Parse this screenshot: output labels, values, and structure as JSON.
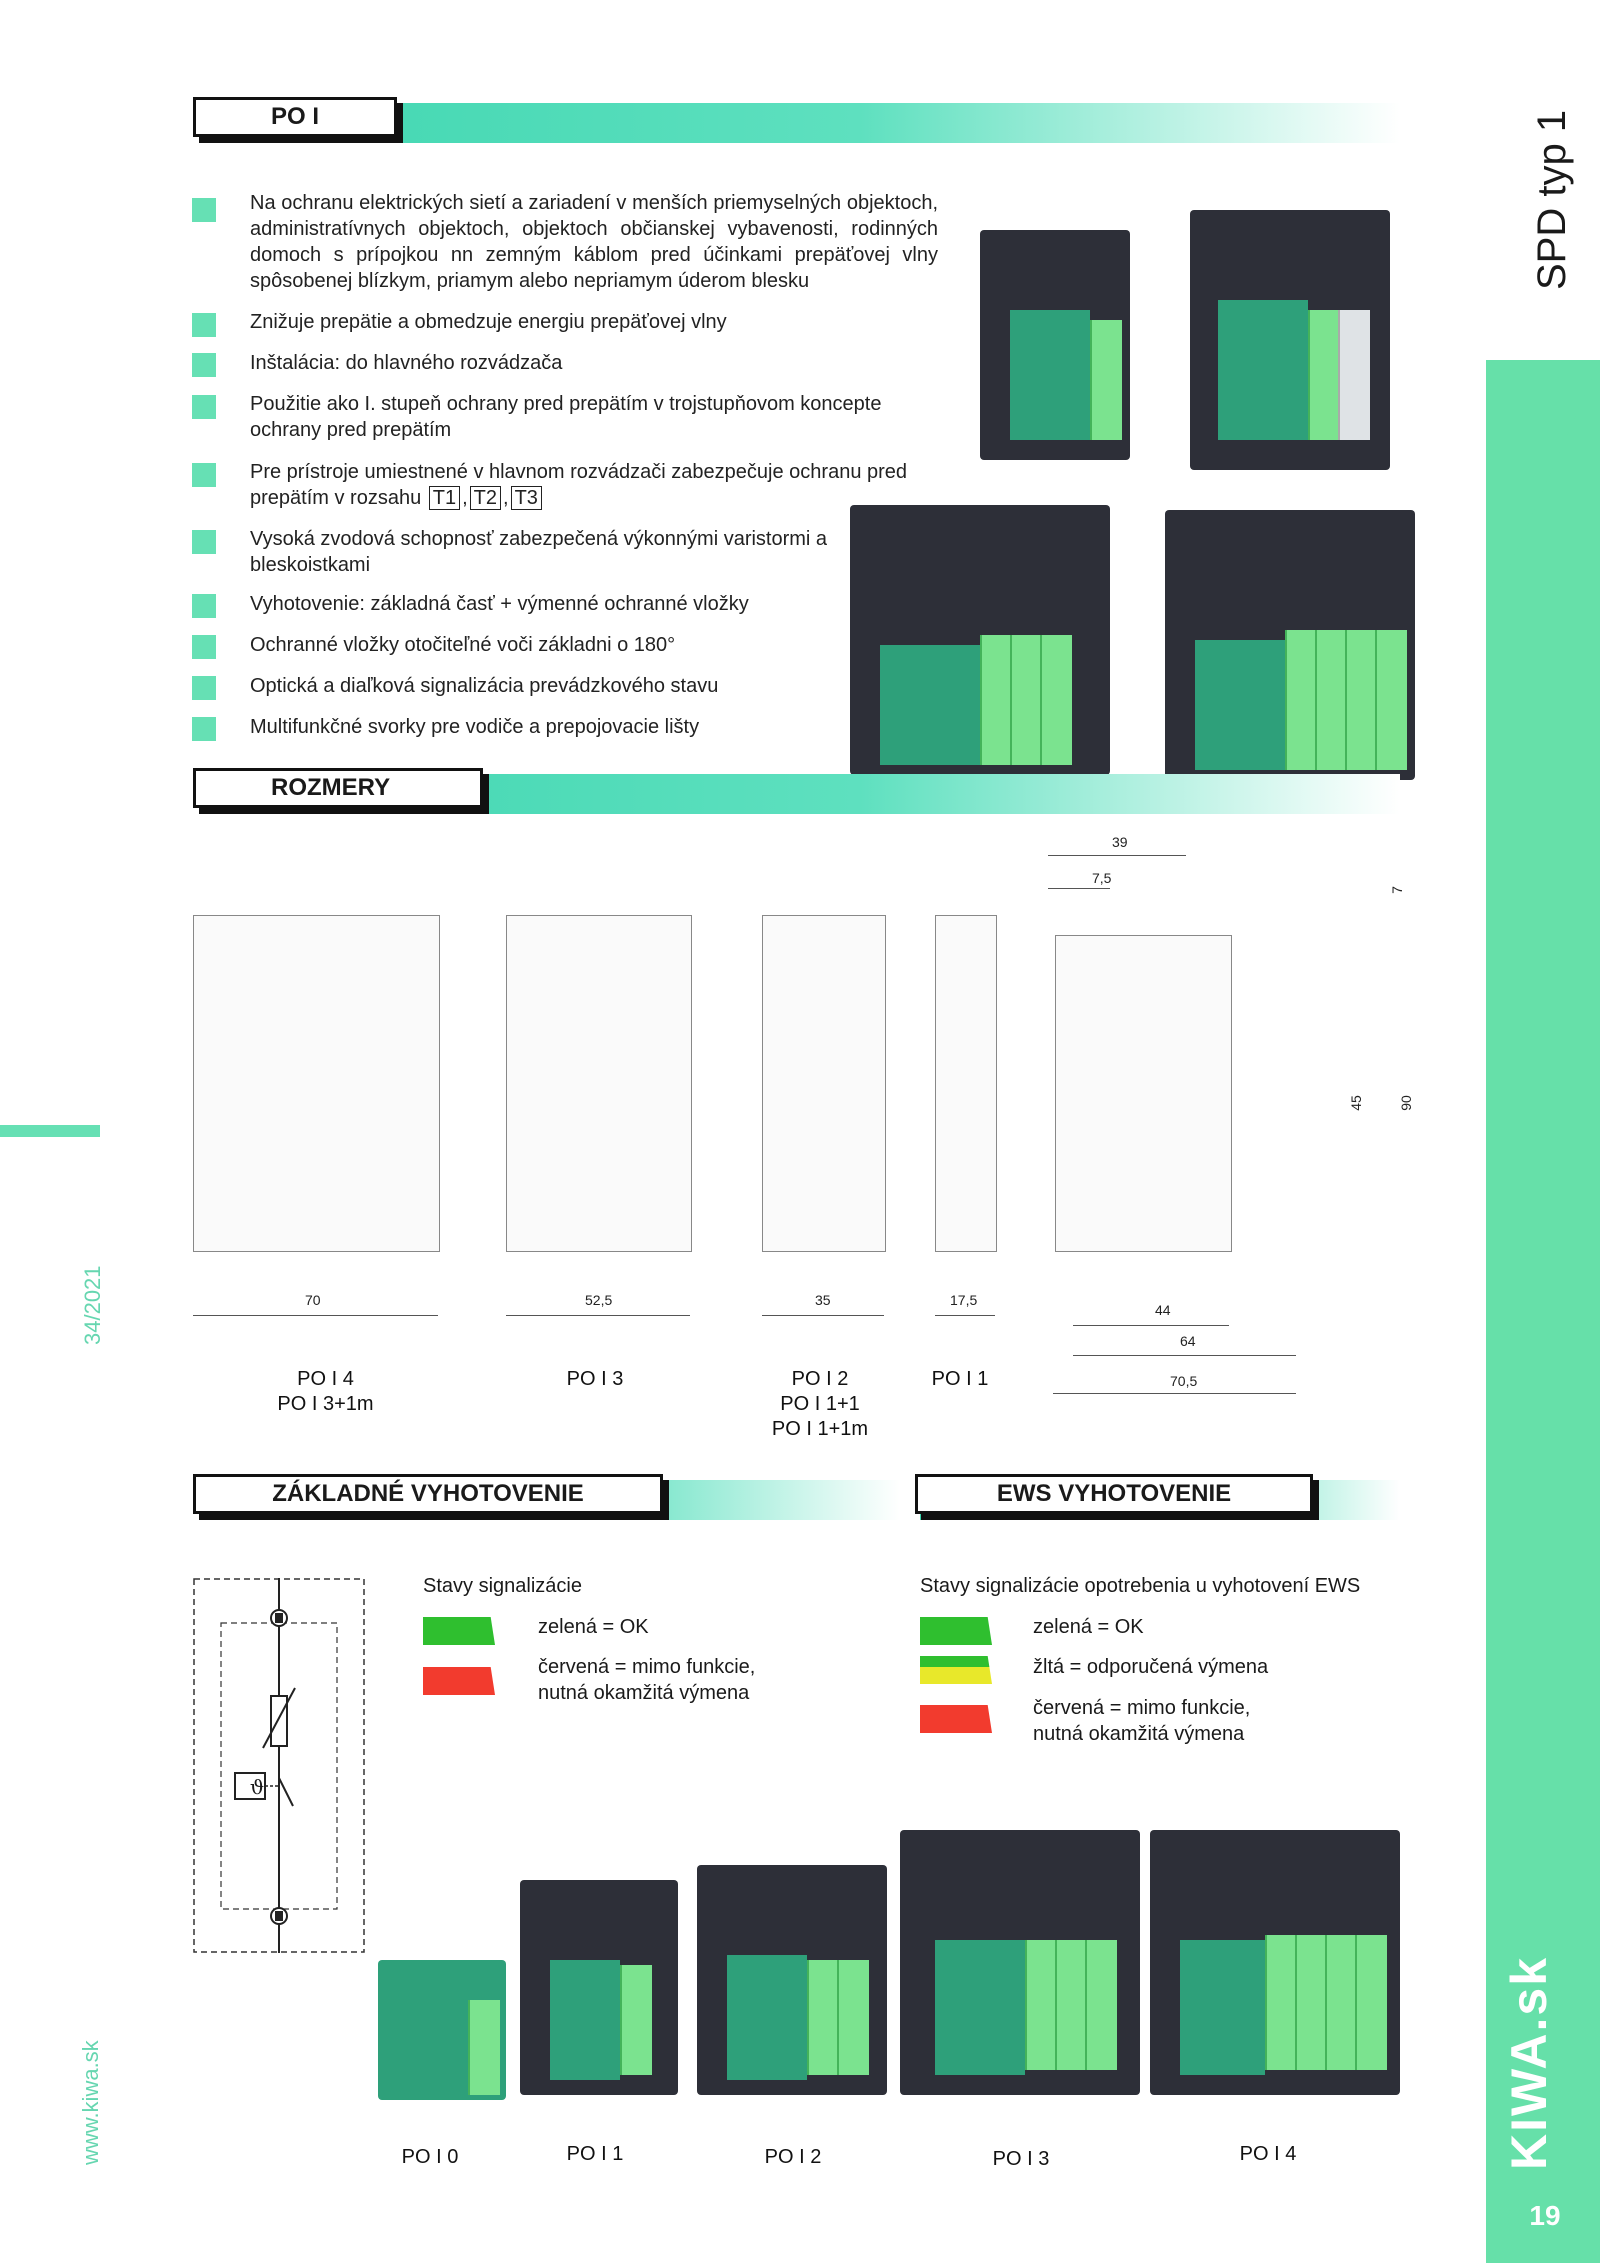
{
  "sections": {
    "po1": "PO I",
    "rozmery": "ROZMERY",
    "zakladne": "ZÁKLADNÉ VYHOTOVENIE",
    "ews": "EWS VYHOTOVENIE"
  },
  "side_title": "SPD typ 1",
  "issue": "34/2021",
  "website": "www.kiwa.sk",
  "brand": "KIWA.sk",
  "page_number": "19",
  "bullets": [
    "Na ochranu elektrických sietí a zariadení v menších priemyselných objektoch, administratívnych objektoch, objektoch občianskej vybavenosti, rodinných domoch s prípojkou nn zemným káblom pred účinkami prepäťovej vlny spôsobenej blízkym, priamym alebo nepriamym úderom blesku",
    "Znižuje prepätie a obmedzuje energiu prepäťovej vlny",
    "Inštalácia: do hlavného rozvádzača",
    "Použitie ako I. stupeň ochrany pred prepätím v trojstupňovom koncepte ochrany pred prepätím",
    "Pre prístroje umiestnené v hlavnom rozvádzači zabezpečuje ochranu pred prepätím v rozsahu",
    "Vysoká zvodová schopnosť zabezpečená výkonnými varistormi a bleskoistkami",
    "Vyhotovenie:  základná časť + výmenné ochranné vložky",
    "Ochranné vložky otočiteľné voči základni o 180°",
    "Optická a diaľková signalizácia prevádzkového stavu",
    "Multifunkčné svorky pre vodiče a prepojovacie lišty"
  ],
  "types": [
    "T1",
    "T2",
    "T3"
  ],
  "dimensions": {
    "widths": [
      "70",
      "52,5",
      "35",
      "17,5"
    ],
    "side": [
      "39",
      "7,5",
      "7",
      "45",
      "90",
      "44",
      "64",
      "70,5"
    ],
    "captions": [
      "PO I 4",
      "PO I 3+1m",
      "PO I 3",
      "PO I 2",
      "PO I 1+1",
      "PO I 1+1m",
      "PO I 1"
    ]
  },
  "signal_basic": {
    "title": "Stavy signalizácie",
    "items": [
      {
        "color": "#2fbf2f",
        "text": "zelená = OK"
      },
      {
        "color": "#f23b2e",
        "text": "červená = mimo funkcie, nutná okamžitá výmena"
      }
    ]
  },
  "signal_ews": {
    "title": "Stavy signalizácie opotrebenia u vyhotovení EWS",
    "items": [
      {
        "color": "#2fbf2f",
        "text": "zelená = OK"
      },
      {
        "color": "#e8e82a",
        "text": "žltá = odporučená výmena"
      },
      {
        "color": "#f23b2e",
        "text": "červená = mimo funkcie, nutná okamžitá výmena"
      }
    ]
  },
  "symbol": "ϑ",
  "products": [
    "PO I 0",
    "PO I 1",
    "PO I 2",
    "PO I 3",
    "PO I 4"
  ]
}
